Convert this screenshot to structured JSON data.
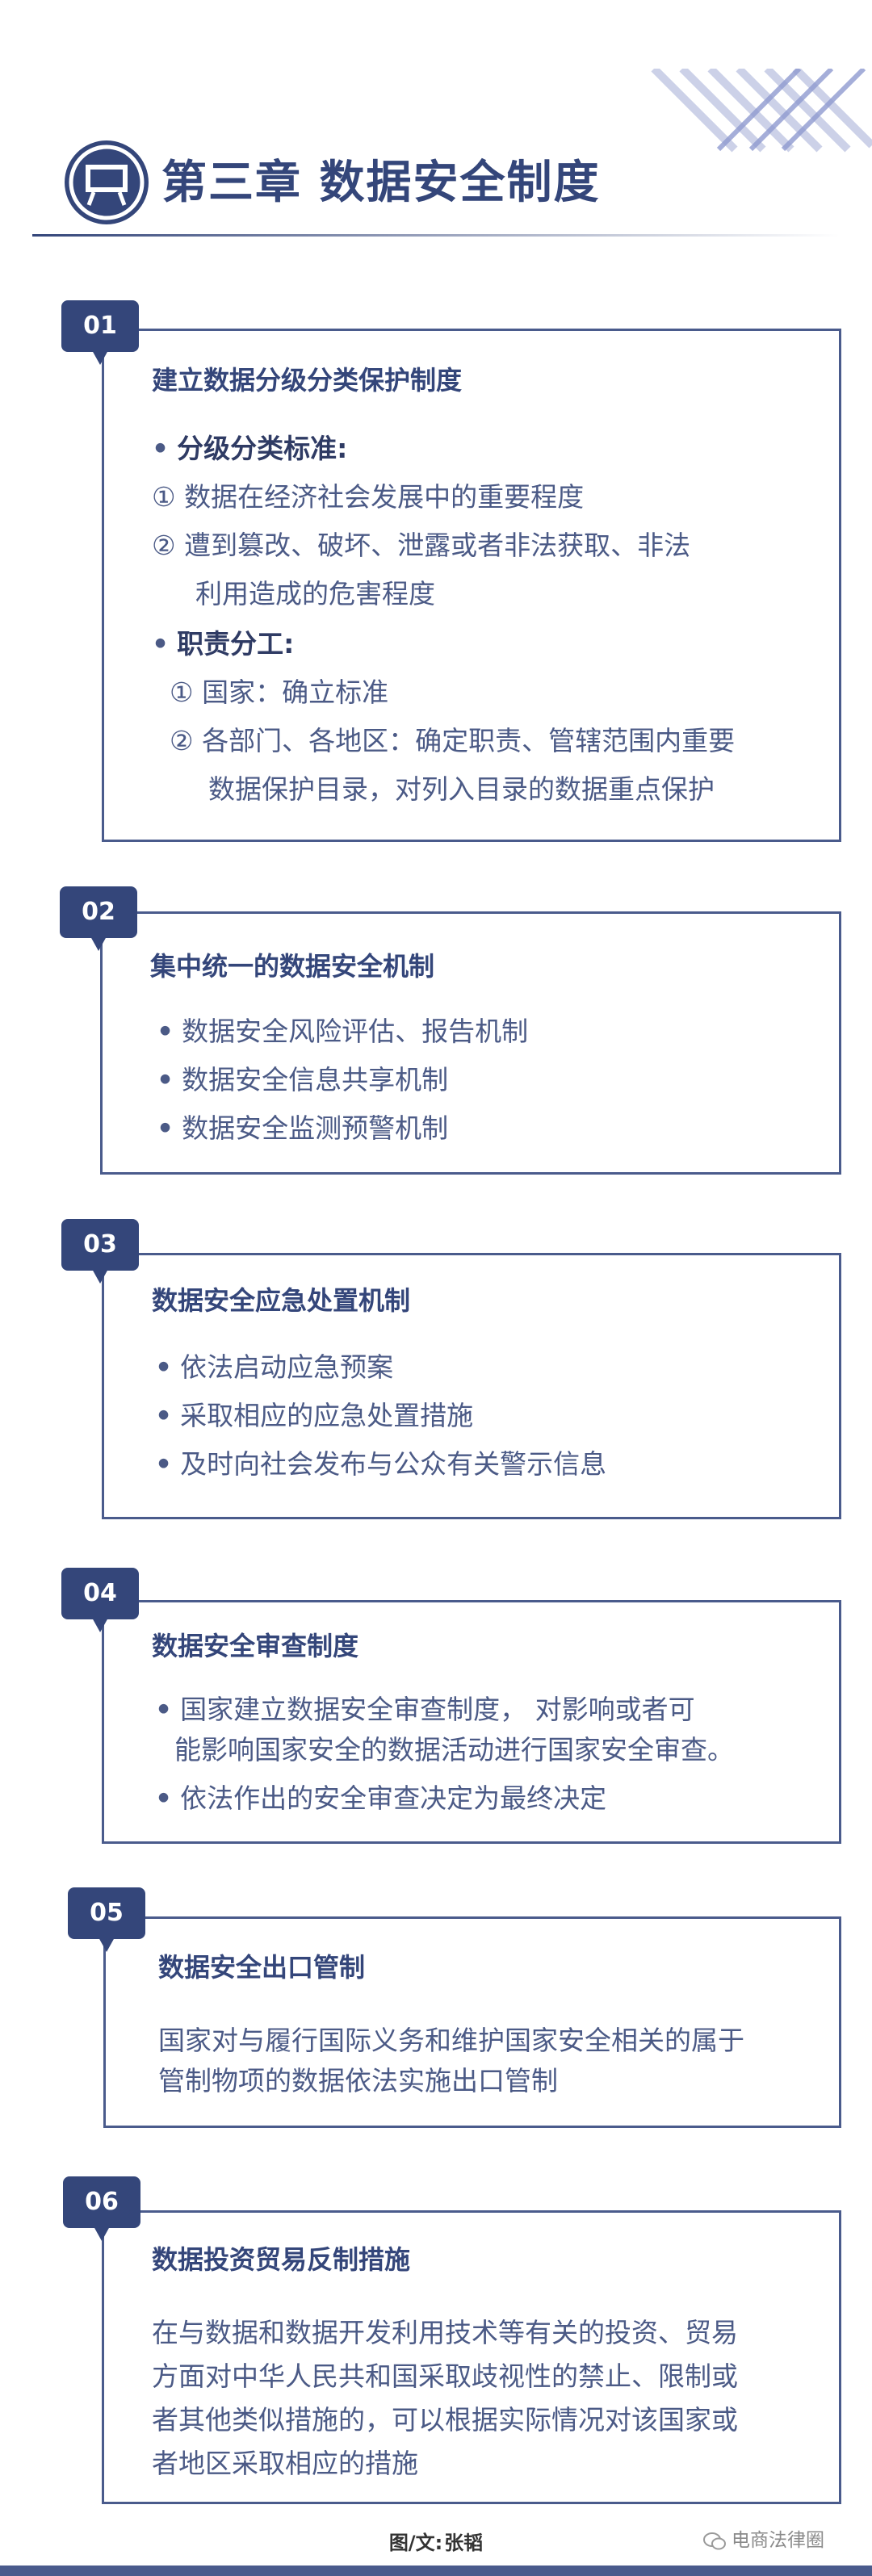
{
  "header": {
    "title": "第三章 数据安全制度"
  },
  "sections": [
    {
      "number": "01",
      "title": "建立数据分级分类保护制度",
      "lines": [
        "分级分类标准:",
        "① 数据在经济社会发展中的重要程度",
        "② 遭到篡改、破坏、泄露或者非法获取、非法",
        "利用造成的危害程度",
        "职责分工:",
        "① 国家：确立标准",
        "② 各部门、各地区：确定职责、管辖范围内重要",
        "数据保护目录，对列入目录的数据重点保护"
      ]
    },
    {
      "number": "02",
      "title": "集中统一的数据安全机制",
      "lines": [
        "数据安全风险评估、报告机制",
        "数据安全信息共享机制",
        "数据安全监测预警机制"
      ]
    },
    {
      "number": "03",
      "title": "数据安全应急处置机制",
      "lines": [
        "依法启动应急预案",
        "采取相应的应急处置措施",
        "及时向社会发布与公众有关警示信息"
      ]
    },
    {
      "number": "04",
      "title": "数据安全审查制度",
      "lines": [
        "国家建立数据安全审查制度， 对影响或者可",
        "能影响国家安全的数据活动进行国家安全审查。",
        "依法作出的安全审查决定为最终决定"
      ]
    },
    {
      "number": "05",
      "title": "数据安全出口管制",
      "lines": [
        "国家对与履行国际义务和维护国家安全相关的属于",
        "管制物项的数据依法实施出口管制"
      ]
    },
    {
      "number": "06",
      "title": "数据投资贸易反制措施",
      "lines": [
        "在与数据和数据开发利用技术等有关的投资、贸易",
        "方面对中华人民共和国采取歧视性的禁止、限制或",
        "者其他类似措施的，可以根据实际情况对该国家或",
        "者地区采取相应的措施"
      ]
    }
  ],
  "footer": {
    "credit_label": "图/文:",
    "credit_name": "张韬",
    "watermark": "电商法律圈"
  }
}
